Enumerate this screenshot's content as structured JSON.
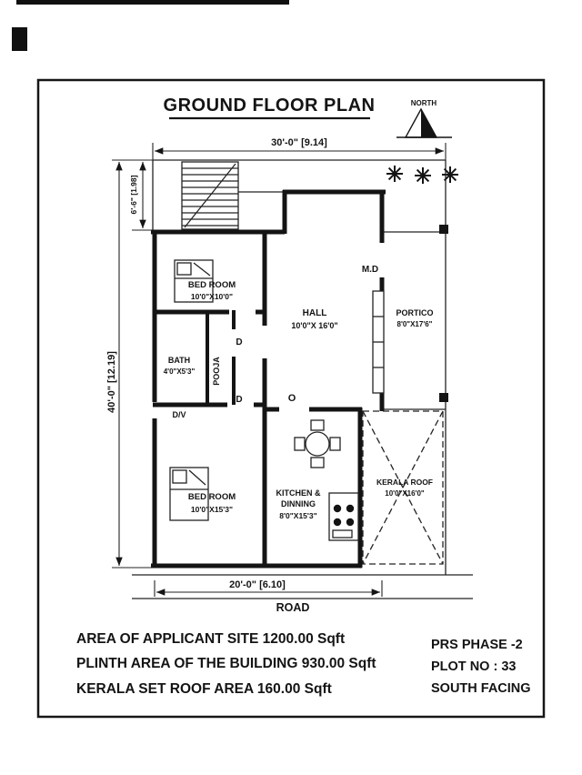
{
  "page": {
    "title": "GROUND FLOOR PLAN",
    "north_label": "NORTH",
    "road_label": "ROAD"
  },
  "dimensions": {
    "top": "30'-0\" [9.14]",
    "left_upper": "6'-6\" [1.98]",
    "left_main": "40'-0\" [12.19]",
    "bottom": "20'-0\" [6.10]"
  },
  "rooms": {
    "bedroom1": {
      "name": "BED ROOM",
      "size": "10'0\"X10'0\""
    },
    "hall": {
      "name": "HALL",
      "size": "10'0\"X 16'0\""
    },
    "portico": {
      "name": "PORTICO",
      "size": "8'0\"X17'6\""
    },
    "bath": {
      "name": "BATH",
      "size": "4'0\"X5'3\""
    },
    "pooja": {
      "name": "POOJA"
    },
    "bedroom2": {
      "name": "BED ROOM",
      "size": "10'0\"X15'3\""
    },
    "kitchen": {
      "name_line1": "KITCHEN &",
      "name_line2": "DINNING",
      "size": "8'0\"X15'3\""
    },
    "kerala_roof": {
      "name": "KERALA ROOF",
      "size": "10'0\"X16'0\""
    }
  },
  "door_markers": {
    "main_door": "M.D",
    "door_upper": "D",
    "door_lower": "D",
    "door_vent": "D/V",
    "opening": "O"
  },
  "footer": {
    "area_lines": [
      "AREA OF APPLICANT SITE 1200.00 Sqft",
      "PLINTH AREA OF THE BUILDING  930.00 Sqft",
      "KERALA SET ROOF AREA  160.00 Sqft"
    ],
    "plot_lines": [
      "PRS PHASE -2",
      "PLOT NO : 33",
      "SOUTH FACING"
    ]
  },
  "colors": {
    "ink": "#141414",
    "paper": "#ffffff"
  }
}
